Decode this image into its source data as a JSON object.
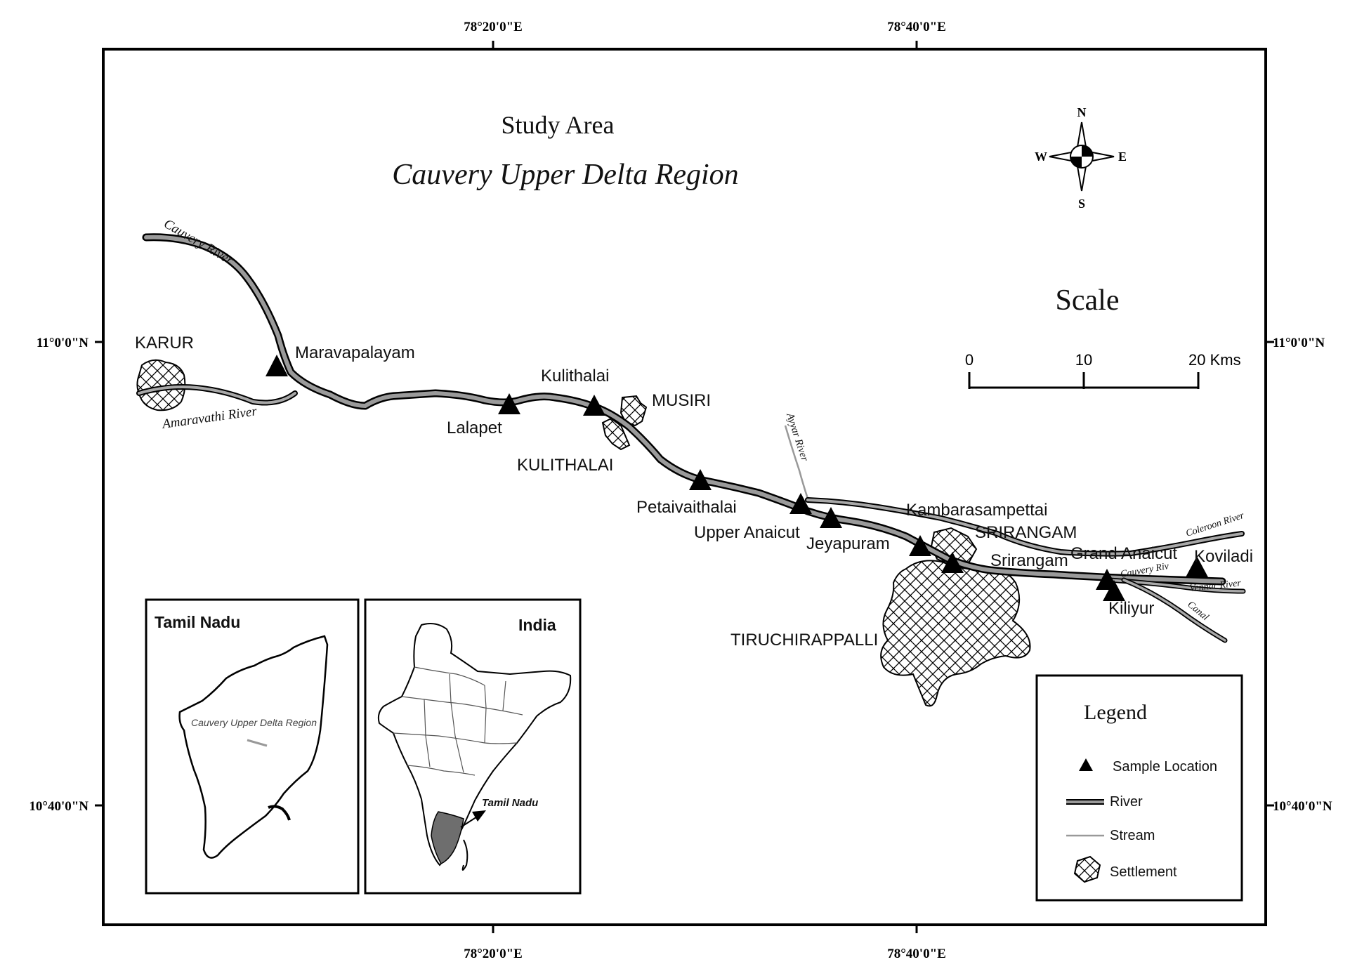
{
  "title": "Study Area",
  "subtitle": "Cauvery Upper Delta Region",
  "coords": {
    "top_left": "78°20'0\"E",
    "top_right": "78°40'0\"E",
    "bottom_left": "78°20'0\"E",
    "bottom_right": "78°40'0\"E",
    "left_upper": "11°0'0\"N",
    "left_lower": "10°40'0\"N",
    "right_upper": "11°0'0\"N",
    "right_lower": "10°40'0\"N"
  },
  "compass": {
    "n": "N",
    "s": "S",
    "e": "E",
    "w": "W"
  },
  "scale": {
    "title": "Scale",
    "tick0": "0",
    "tick1": "10",
    "tick2": "20 Kms"
  },
  "places": {
    "karur": "KARUR",
    "maravapalayam": "Maravapalayam",
    "lalapet": "Lalapet",
    "kulithalai": "Kulithalai",
    "musiri": "MUSIRI",
    "kulithalai_town": "KULITHALAI",
    "petaivaithalai": "Petaivaithalai",
    "upper_anaicut": "Upper Anaicut",
    "jeyapuram": "Jeyapuram",
    "kambarasampettai": "Kambarasampettai",
    "srirangam_town": "SRIRANGAM",
    "srirangam": "Srirangam",
    "grand_anaicut": "Grand Anaicut",
    "koviladi": "Koviladi",
    "kiliyur": "Kiliyur",
    "tiruchirappalli": "TIRUCHIRAPPALLI"
  },
  "rivers": {
    "cauvery": "Cauvery River",
    "amaravathi": "Amaravathi River",
    "ayyar": "Ayyar River",
    "coleroon": "Coleroon River",
    "cauvery_east": "Cauvery Riv",
    "vennar": "Vennar River",
    "canal": "Canal"
  },
  "inset_tn": {
    "title": "Tamil Nadu",
    "label": "Cauvery Upper Delta Region"
  },
  "inset_india": {
    "title": "India",
    "label": "Tamil Nadu"
  },
  "legend": {
    "title": "Legend",
    "sample": "Sample Location",
    "river": "River",
    "stream": "Stream",
    "settlement": "Settlement"
  },
  "colors": {
    "river": "#8c8c8c",
    "frame": "#000000",
    "state_fill": "#6e6e6e"
  }
}
